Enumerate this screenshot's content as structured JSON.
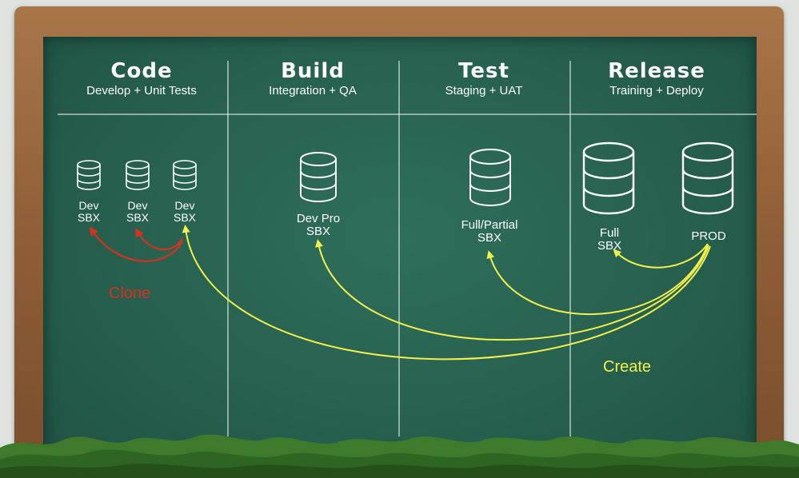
{
  "columns": [
    {
      "title": "Code",
      "subtitle": "Develop + Unit Tests"
    },
    {
      "title": "Build",
      "subtitle": "Integration + QA"
    },
    {
      "title": "Test",
      "subtitle": "Staging + UAT"
    },
    {
      "title": "Release",
      "subtitle": "Training + Deploy"
    }
  ],
  "databases": {
    "dev1": {
      "line1": "Dev",
      "line2": "SBX"
    },
    "dev2": {
      "line1": "Dev",
      "line2": "SBX"
    },
    "dev3": {
      "line1": "Dev",
      "line2": "SBX"
    },
    "devpro": {
      "line1": "Dev Pro",
      "line2": "SBX"
    },
    "fullpartial": {
      "line1": "Full/Partial",
      "line2": "SBX"
    },
    "full": {
      "line1": "Full",
      "line2": "SBX"
    },
    "prod": {
      "line1": "PROD",
      "line2": ""
    }
  },
  "notes": {
    "clone": "Clone",
    "create": "Create"
  },
  "colors": {
    "clone_arrow": "#d8301f",
    "create_arrow": "#f2f04a",
    "board": "#27604f",
    "frame": "#8e5e36",
    "chalk": "#ffffff"
  },
  "icons": [
    "database-icon"
  ]
}
